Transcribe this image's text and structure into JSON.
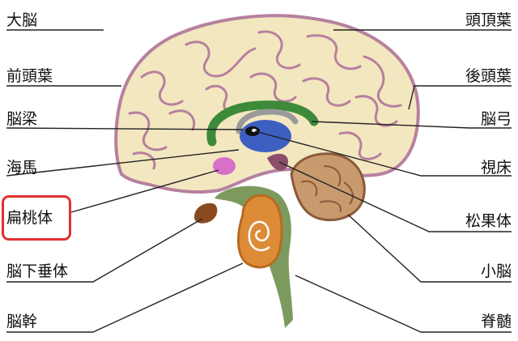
{
  "labels": {
    "left": [
      "大脳",
      "前頭葉",
      "脳梁",
      "海馬",
      "扁桃体",
      "脳下垂体",
      "脳幹"
    ],
    "right": [
      "頭頂葉",
      "後頭葉",
      "脳弓",
      "視床",
      "松果体",
      "小脳",
      "脊髄"
    ]
  },
  "highlight": {
    "label": "扁桃体",
    "color": "#e03030"
  },
  "colors": {
    "cortex_fill": "#f3e7bf",
    "cortex_outline": "#b7809f",
    "corpus_callosum": "#3c8a3a",
    "fornix": "#9a9a9a",
    "thalamus": "#3d5fc2",
    "hippocampus_pink": "#d770c9",
    "brainstem": "#7c9a5e",
    "pituitary": "#8a4a1e",
    "pons_orange": "#dd8b37",
    "cerebellum": "#c89a6e",
    "pineal": "#8c4f6a",
    "leader_line": "#222222"
  }
}
